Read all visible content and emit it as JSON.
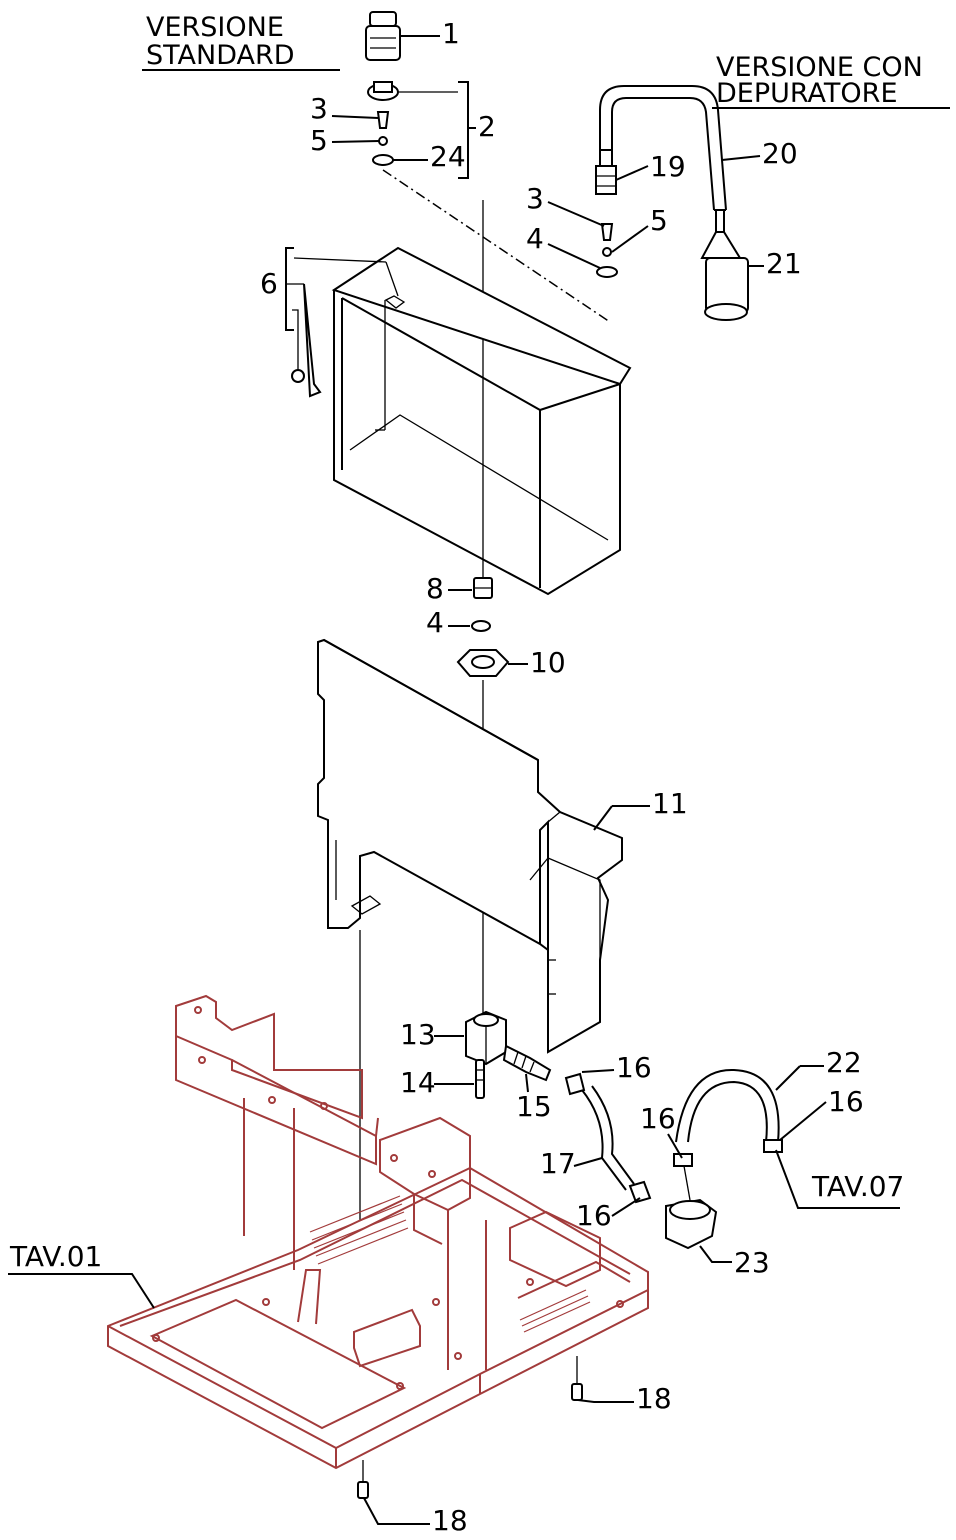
{
  "titles": {
    "standard_line1": "VERSIONE",
    "standard_line2": "STANDARD",
    "depuratore_line1": "VERSIONE CON",
    "depuratore_line2": "DEPURATORE"
  },
  "refs": {
    "frame": "TAV.01",
    "other": "TAV.07"
  },
  "callouts": {
    "c1": "1",
    "c2": "2",
    "c3a": "3",
    "c5a": "5",
    "c24": "24",
    "c20": "20",
    "c19": "19",
    "c3b": "3",
    "c5b": "5",
    "c4a": "4",
    "c21": "21",
    "c6": "6",
    "c8": "8",
    "c4b": "4",
    "c10": "10",
    "c11": "11",
    "c13": "13",
    "c14": "14",
    "c15": "15",
    "c16a": "16",
    "c16b": "16",
    "c16c": "16",
    "c16d": "16",
    "c17": "17",
    "c22": "22",
    "c23": "23",
    "c18a": "18",
    "c18b": "18"
  },
  "colors": {
    "line": "#000000",
    "frame": "#a23b3b",
    "background": "#ffffff"
  }
}
